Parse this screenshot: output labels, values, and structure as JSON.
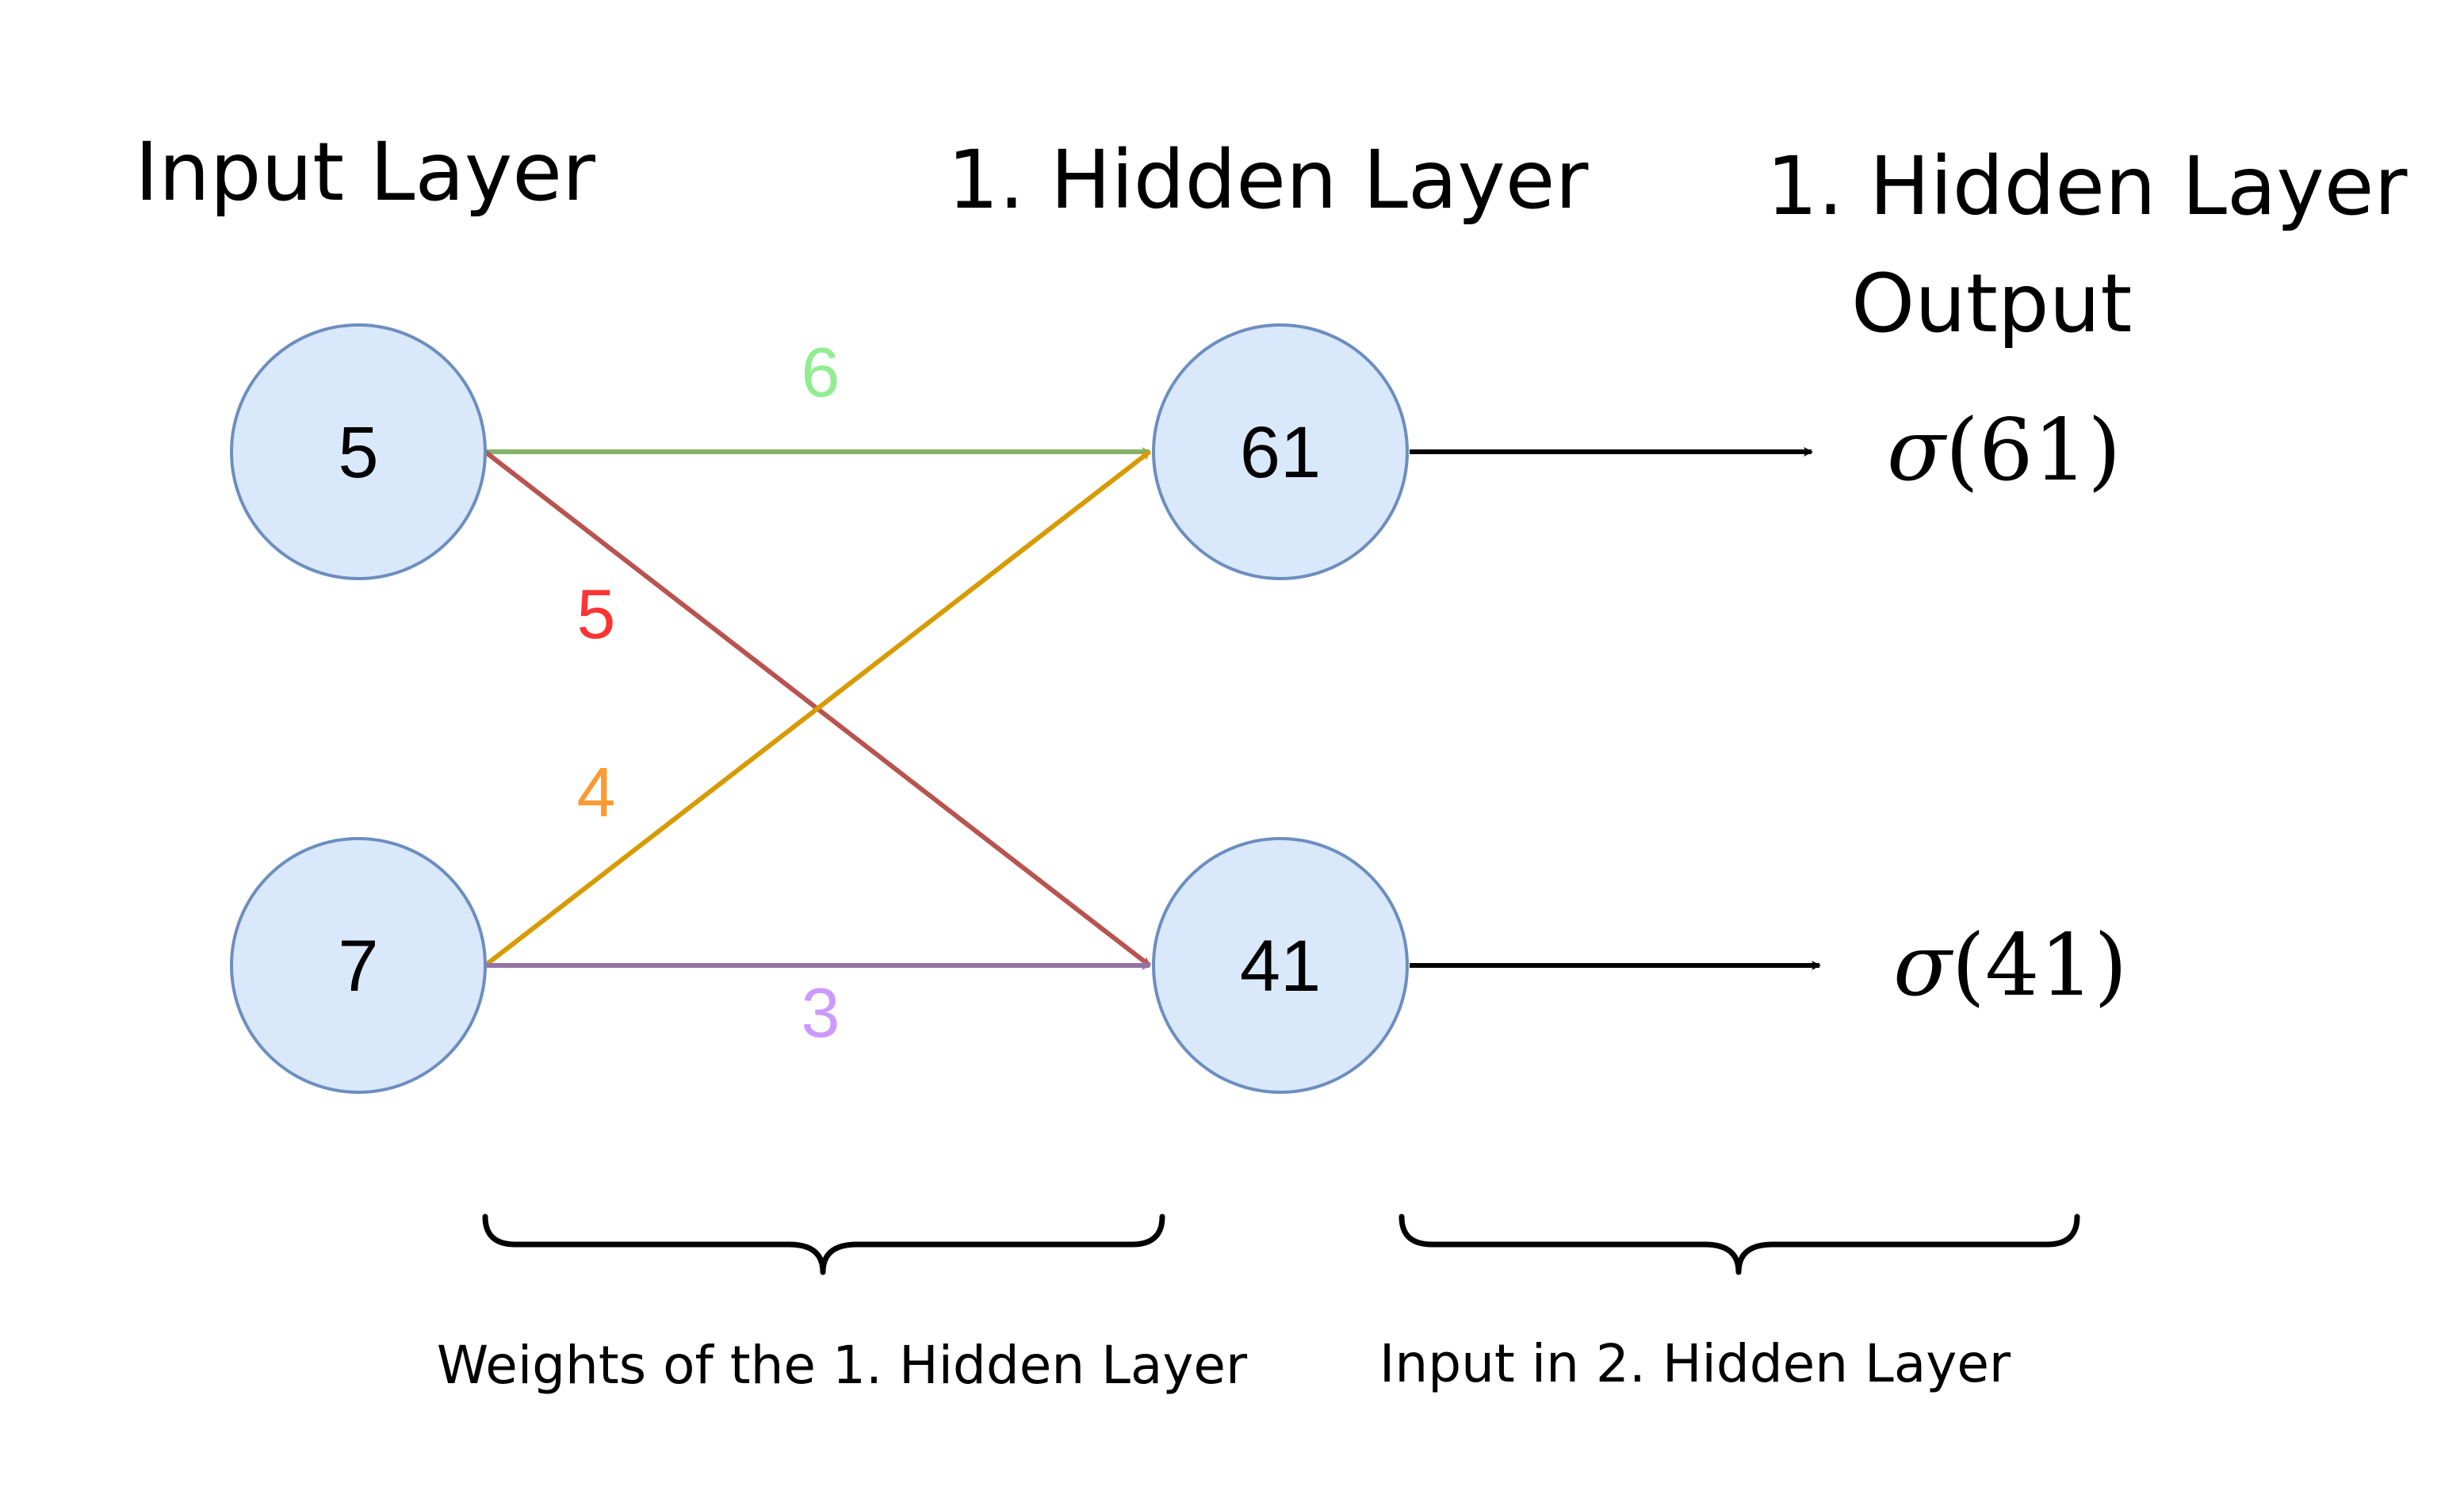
{
  "headings": {
    "input_layer": "Input Layer",
    "hidden_layer": "1. Hidden Layer",
    "hidden_output_line1": "1. Hidden Layer",
    "hidden_output_line2": "Output"
  },
  "nodes": {
    "input_top": "5",
    "input_bottom": "7",
    "hidden_top": "61",
    "hidden_bottom": "41"
  },
  "weights": {
    "top_to_top": "6",
    "top_to_bottom": "5",
    "bottom_to_top": "4",
    "bottom_to_bottom": "3"
  },
  "outputs": {
    "top_symbol": "σ",
    "top_value": "(61)",
    "bottom_symbol": "σ",
    "bottom_value": "(41)"
  },
  "captions": {
    "weights": "Weights of the 1. Hidden Layer",
    "input_next": "Input in 2. Hidden Layer"
  },
  "colors": {
    "node_fill": "#dae8fc",
    "node_stroke": "#6c8ebf",
    "edge_green": "#82b366",
    "edge_red": "#b85450",
    "edge_orange": "#d79b00",
    "edge_purple": "#9673a6",
    "label_green": "#90ee90",
    "label_red": "#ff3333",
    "label_orange": "#ff9933",
    "label_purple": "#cc99ff"
  }
}
